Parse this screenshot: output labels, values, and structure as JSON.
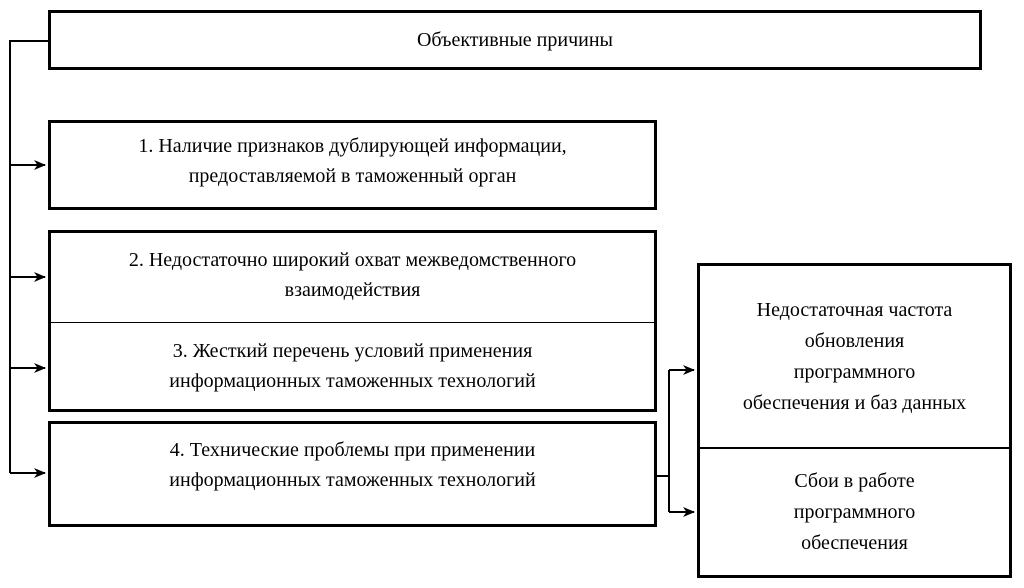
{
  "diagram": {
    "title": "Объективные причины",
    "left_boxes": [
      {
        "id": 1,
        "lines": [
          "1. Наличие признаков дублирующей информации,",
          "предоставляемой в таможенный орган"
        ]
      },
      {
        "id": 2,
        "lines": [
          "2. Недостаточно широкий охват межведомственного",
          "взаимодействия"
        ]
      },
      {
        "id": 3,
        "lines": [
          "3. Жесткий перечень условий применения",
          "информационных таможенных технологий"
        ]
      },
      {
        "id": 4,
        "lines": [
          "4. Технические проблемы при применении",
          "информационных таможенных технологий"
        ]
      }
    ],
    "right_boxes": [
      {
        "lines": [
          "Недостаточная частота",
          "обновления",
          "программного",
          "обеспечения и баз данных"
        ]
      },
      {
        "lines": [
          "Сбои в работе",
          "программного",
          "обеспечения"
        ]
      }
    ],
    "colors": {
      "line": "#000000",
      "background": "#ffffff"
    }
  }
}
